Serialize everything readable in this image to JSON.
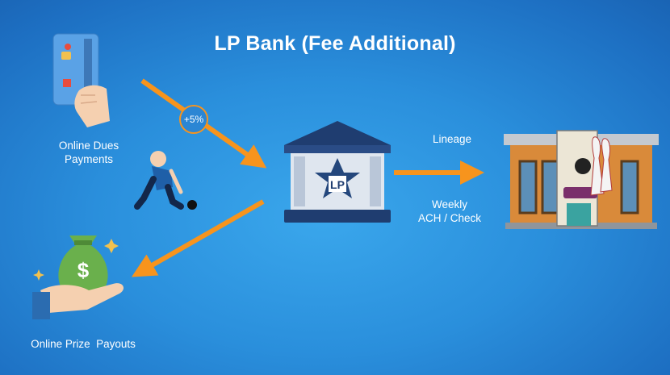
{
  "title": "LP Bank (Fee Additional)",
  "nodes": {
    "dues": "Online Dues\nPayments",
    "payouts": "Online Prize  Payouts",
    "bank_logo": "LP"
  },
  "edges": {
    "fee": "+5%",
    "lineage": "Lineage",
    "weekly": "Weekly\nACH / Check"
  },
  "colors": {
    "arrow": "#f7941d",
    "background": "#2a8fdc"
  },
  "icons": [
    "credit-card-hand-icon",
    "bowler-icon",
    "bank-icon",
    "bowling-alley-icon",
    "money-bag-hand-icon"
  ]
}
